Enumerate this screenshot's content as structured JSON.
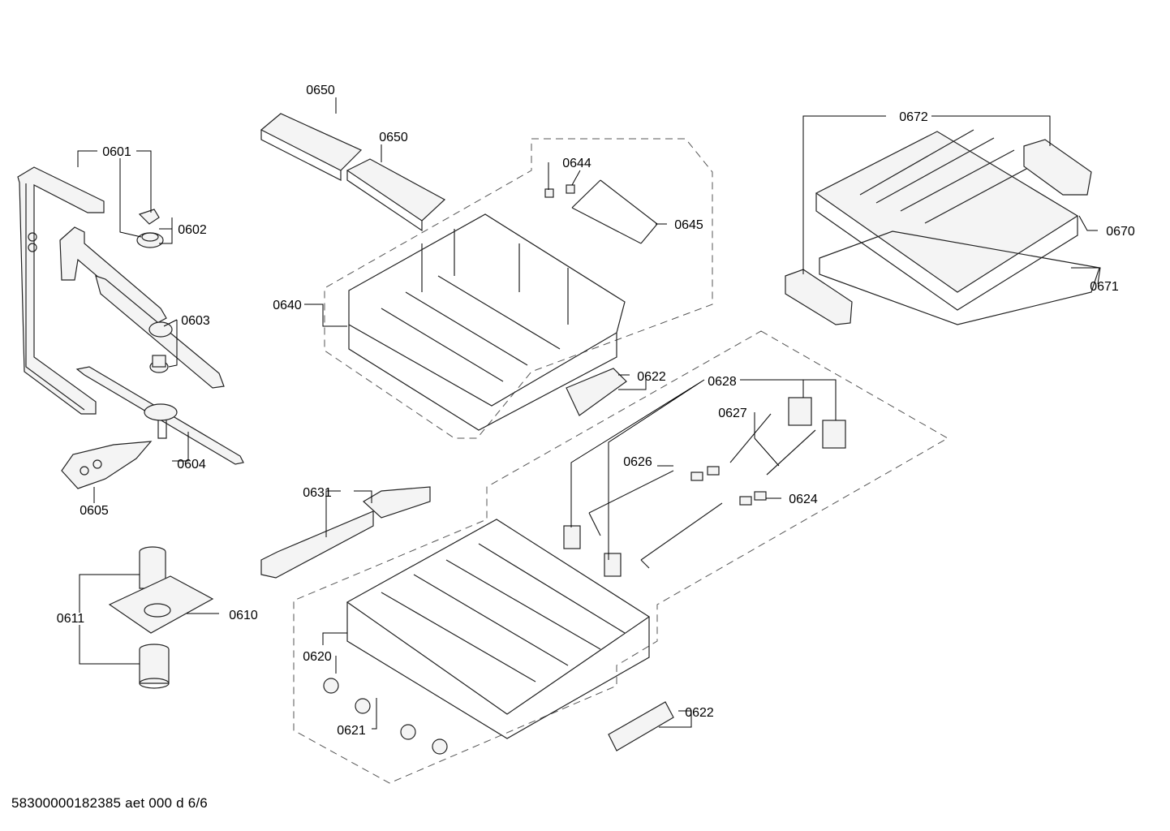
{
  "diagram": {
    "part_labels": {
      "p0601": "0601",
      "p0602": "0602",
      "p0603": "0603",
      "p0604": "0604",
      "p0605": "0605",
      "p0610": "0610",
      "p0611": "0611",
      "p0620": "0620",
      "p0621": "0621",
      "p0622a": "0622",
      "p0622b": "0622",
      "p0624": "0624",
      "p0626": "0626",
      "p0627": "0627",
      "p0628": "0628",
      "p0631": "0631",
      "p0640": "0640",
      "p0644": "0644",
      "p0645": "0645",
      "p0650a": "0650",
      "p0650b": "0650",
      "p0670": "0670",
      "p0671": "0671",
      "p0672": "0672"
    },
    "footer": "58300000182385 aet 000 d 6/6"
  }
}
